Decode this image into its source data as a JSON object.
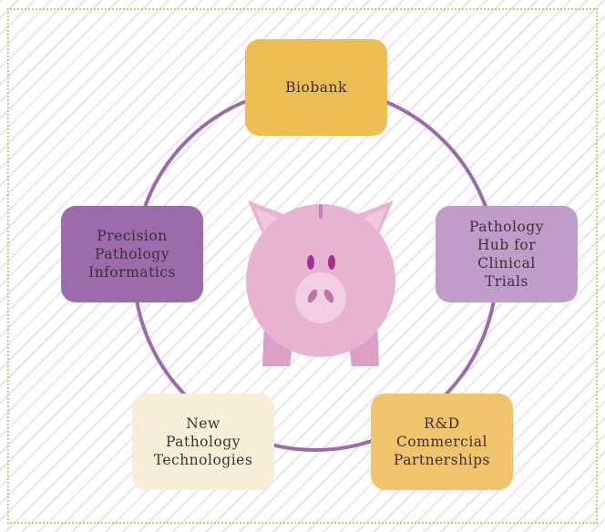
{
  "diagram": {
    "center_icon": "piggy-bank-icon",
    "nodes": [
      {
        "id": "biobank",
        "label": "Biobank"
      },
      {
        "id": "hub",
        "label": "Pathology\nHub for\nClinical\nTrials"
      },
      {
        "id": "rd",
        "label": "R&D\nCommercial\nPartnerships"
      },
      {
        "id": "newtech",
        "label": "New\nPathology\nTechnologies"
      },
      {
        "id": "precision",
        "label": "Precision\nPathology\nInformatics"
      }
    ],
    "colors": {
      "ring": "#9c6aab",
      "biobank": "#ecbd53",
      "hub": "#c09dc9",
      "rd": "#efc46c",
      "newtech": "#f8edd6",
      "precision": "#9b6bab",
      "pig": "#e8b3d3",
      "border": "#e7bf63"
    }
  }
}
